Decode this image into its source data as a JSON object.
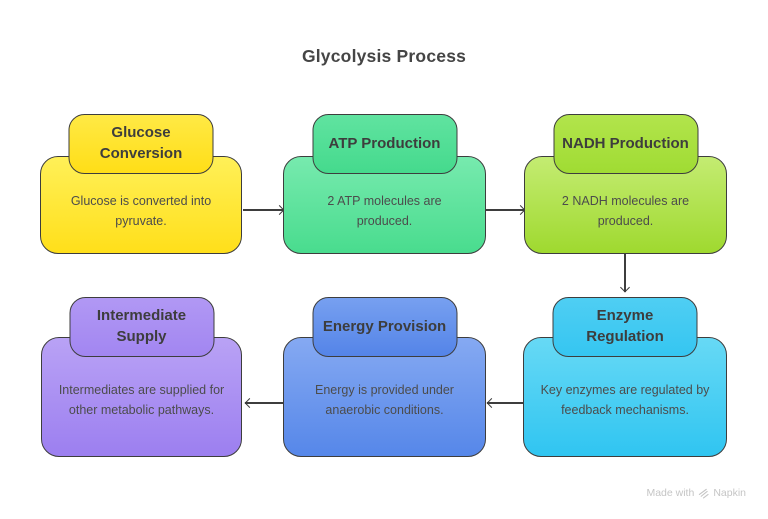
{
  "title": "Glycolysis Process",
  "colors": {
    "background": "#ffffff",
    "border": "#3d3d3d",
    "title_text": "#454545",
    "header_text": "#3d3d3d",
    "body_text": "#4c4c4c",
    "arrow": "#3d3d3d",
    "footer_text": "#c5c5c5"
  },
  "nodes": [
    {
      "id": "glucose-conversion",
      "title": "Glucose Conversion",
      "body": "Glucose is converted into pyruvate.",
      "header_bg": {
        "top": "#ffe945",
        "bottom": "#ffde17"
      },
      "body_bg": {
        "top": "#fff058",
        "bottom": "#ffdf1a"
      }
    },
    {
      "id": "atp-production",
      "title": "ATP Production",
      "body": "2 ATP molecules are produced.",
      "header_bg": {
        "top": "#60e3a0",
        "bottom": "#45da8d"
      },
      "body_bg": {
        "top": "#77eaae",
        "bottom": "#49dc8e"
      }
    },
    {
      "id": "nadh-production",
      "title": "NADH Production",
      "body": "2 NADH molecules are produced.",
      "header_bg": {
        "top": "#b2e44c",
        "bottom": "#a0dc33"
      },
      "body_bg": {
        "top": "#c4ec72",
        "bottom": "#9fd92f"
      }
    },
    {
      "id": "enzyme-regulation",
      "title": "Enzyme Regulation",
      "body": "Key enzymes are regulated by feedback mechanisms.",
      "header_bg": {
        "top": "#4fcef3",
        "bottom": "#35c6f1"
      },
      "body_bg": {
        "top": "#67d9f5",
        "bottom": "#30c5f1"
      }
    },
    {
      "id": "energy-provision",
      "title": "Energy Provision",
      "body": "Energy is provided under anaerobic conditions.",
      "header_bg": {
        "top": "#77a0f0",
        "bottom": "#5484e8"
      },
      "body_bg": {
        "top": "#85a9f2",
        "bottom": "#5687e9"
      }
    },
    {
      "id": "intermediate-supply",
      "title": "Intermediate Supply",
      "body": "Intermediates are supplied for other metabolic pathways.",
      "header_bg": {
        "top": "#b198f4",
        "bottom": "#a286f1"
      },
      "body_bg": {
        "top": "#b9a2f5",
        "bottom": "#9c7ff0"
      }
    }
  ],
  "connections": [
    {
      "from": "glucose-conversion",
      "to": "atp-production",
      "direction": "right"
    },
    {
      "from": "atp-production",
      "to": "nadh-production",
      "direction": "right"
    },
    {
      "from": "nadh-production",
      "to": "enzyme-regulation",
      "direction": "down"
    },
    {
      "from": "enzyme-regulation",
      "to": "energy-provision",
      "direction": "left"
    },
    {
      "from": "energy-provision",
      "to": "intermediate-supply",
      "direction": "left"
    }
  ],
  "footer": {
    "made_with": "Made with",
    "brand": "Napkin"
  }
}
